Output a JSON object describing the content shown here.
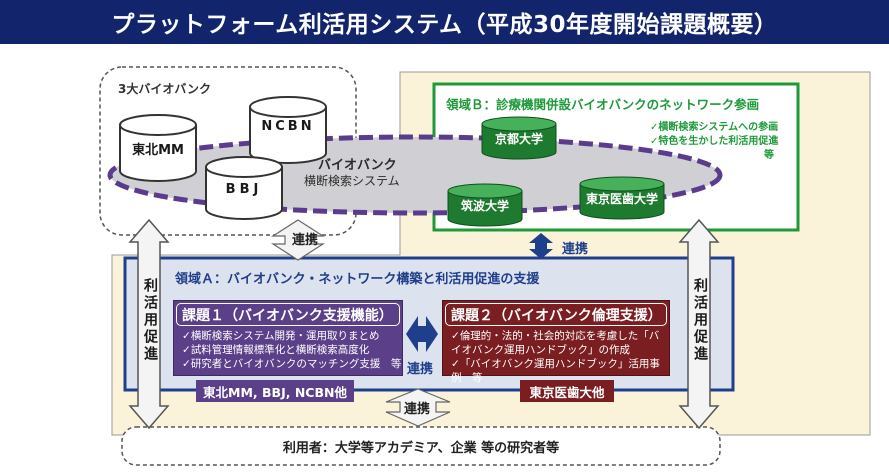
{
  "title": "プラットフォーム利活用システム（平成30年度開始課題概要）",
  "biobank_group": {
    "label": "3大バイオバンク",
    "banks": [
      "東北MM",
      "NCBN",
      "BBJ"
    ]
  },
  "cross_search": {
    "line1": "バイオバンク",
    "line2": "横断検索システム"
  },
  "domain_b": {
    "title": "領域Ｂ：診療機関併設バイオバンクのネットワーク参画",
    "notes": [
      "✓横断検索システムへの参画",
      "✓特色を生かした利活用促進",
      "等"
    ],
    "universities": [
      "京都大学",
      "筑波大学",
      "東京医歯大学"
    ]
  },
  "domain_a": {
    "title": "領域Ａ：バイオバンク・ネットワーク構築と利活用促進の支援"
  },
  "task1": {
    "title": "課題１（バイオバンク支援機能）",
    "bullets": [
      "横断検索システム開発・運用取りまとめ",
      "試料管理情報標準化と横断検索高度化",
      "研究者とバイオバンクのマッチング支援　等"
    ],
    "org": "東北MM, BBJ, NCBN他"
  },
  "task2": {
    "title": "課題２（バイオバンク倫理支援）",
    "bullets": [
      "倫理的・法的・社会的対応を考慮した「バイオバンク運用ハンドブック」の作成",
      "「バイオバンク運用ハンドブック」活用事例　等"
    ],
    "org": "東京医歯大他"
  },
  "links": {
    "top": "連携",
    "right": "連携",
    "middle": "連携",
    "bottom": "連携"
  },
  "side_left": "利活用促進",
  "side_right": "利活用促進",
  "users": "利用者：大学等アカデミア、企業 等の研究者等"
}
